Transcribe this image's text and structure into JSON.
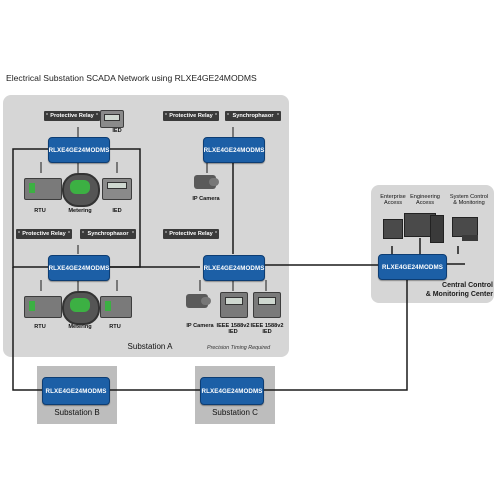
{
  "title": "Electrical Substation SCADA Network using RLXE4GE24MODMS",
  "switch_label": "RLXE4GE24MODMS",
  "labels": {
    "protective_relay": "Protective Relay",
    "synchrophasor": "Synchrophasor",
    "ied": "IED",
    "rtu": "RTU",
    "metering": "Metering",
    "ip_camera": "IP Camera",
    "ieee_1588_line1": "IEEE 1588v2",
    "ieee_1588_line2": "IED",
    "enterprise_line1": "Enterprise",
    "enterprise_line2": "Access",
    "engineering_line1": "Engineering",
    "engineering_line2": "Access",
    "system_line1": "System Control",
    "system_line2": "& Monitoring"
  },
  "regions": {
    "substation_a": "Substation A",
    "precision_note": "Precision Timing Required",
    "substation_b": "Substation B",
    "substation_c": "Substation C",
    "central_line1": "Central Control",
    "central_line2": "& Monitoring Center"
  },
  "colors": {
    "switch_blue": "#1c5fa6",
    "region_gray": "#d6d6d6",
    "link_black": "#1a1a1a"
  }
}
